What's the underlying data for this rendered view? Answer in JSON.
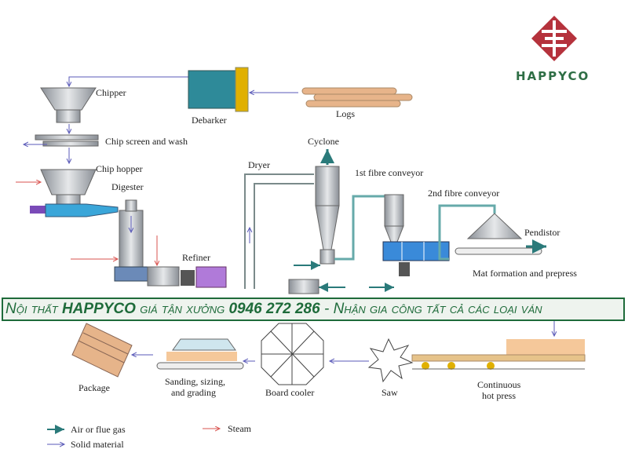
{
  "logo": {
    "text": "HAPPYCO",
    "color": "#b5323c"
  },
  "banner": {
    "part1": "Nội thất ",
    "brand": "HAPPYCO",
    "part2": " giá tận xưởng ",
    "phone": "0946 272 286",
    "part3": " - Nhận gia công tất cả các loại ván",
    "color": "#1e6b3a"
  },
  "labels": {
    "chipper": "Chipper",
    "debarker": "Debarker",
    "logs": "Logs",
    "chip_screen": "Chip screen and wash",
    "chip_hopper": "Chip hopper",
    "digester": "Digester",
    "refiner": "Refiner",
    "dryer": "Dryer",
    "cyclone": "Cyclone",
    "fibre1": "1st fibre conveyor",
    "fibre2": "2nd fibre conveyor",
    "pendistor": "Pendistor",
    "mat": "Mat formation and prepress",
    "package": "Package",
    "sanding1": "Sanding, sizing,",
    "sanding2": "and grading",
    "board_cooler": "Board cooler",
    "saw": "Saw",
    "press1": "Continuous",
    "press2": "hot press"
  },
  "legend": [
    {
      "label": "Air or flue gas",
      "color": "#2a7a7a"
    },
    {
      "label": "Solid material",
      "color": "#5a5ab8"
    },
    {
      "label": "Steam",
      "color": "#d9534f"
    }
  ]
}
